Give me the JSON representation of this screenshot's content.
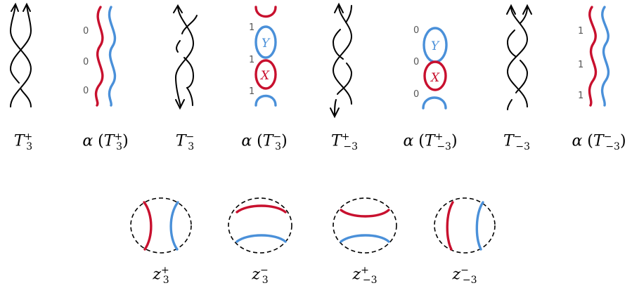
{
  "colors": {
    "red": "#c8102e",
    "blue": "#4a90d9",
    "black": "#000000"
  },
  "top_labels": [
    {
      "letter": "T",
      "sup": "+",
      "sub": "3",
      "wrap": false
    },
    {
      "letter": "T",
      "sup": "+",
      "sub": "3",
      "wrap": true
    },
    {
      "letter": "T",
      "sup": "−",
      "sub": "3",
      "wrap": false
    },
    {
      "letter": "T",
      "sup": "−",
      "sub": "3",
      "wrap": true
    },
    {
      "letter": "T",
      "sup": "+",
      "sub": "−3",
      "wrap": false
    },
    {
      "letter": "T",
      "sup": "+",
      "sub": "−3",
      "wrap": true
    },
    {
      "letter": "T",
      "sup": "−",
      "sub": "−3",
      "wrap": false
    },
    {
      "letter": "T",
      "sup": "−",
      "sub": "−3",
      "wrap": true
    }
  ],
  "alpha": "α",
  "bottom_labels": [
    {
      "letter": "z",
      "sup": "+",
      "sub": "3"
    },
    {
      "letter": "z",
      "sup": "−",
      "sub": "3"
    },
    {
      "letter": "z",
      "sup": "+",
      "sub": "−3"
    },
    {
      "letter": "z",
      "sup": "−",
      "sub": "−3"
    }
  ],
  "annotations": {
    "alpha_T3_plus": [
      "0",
      "0",
      "0"
    ],
    "alpha_T3_minus": [
      "1",
      "1",
      "1"
    ],
    "alpha_Tm3_plus": [
      "0",
      "0",
      "0"
    ],
    "alpha_Tm3_minus": [
      "1",
      "1",
      "1"
    ],
    "circle_Y": "Y",
    "circle_X": "X"
  }
}
